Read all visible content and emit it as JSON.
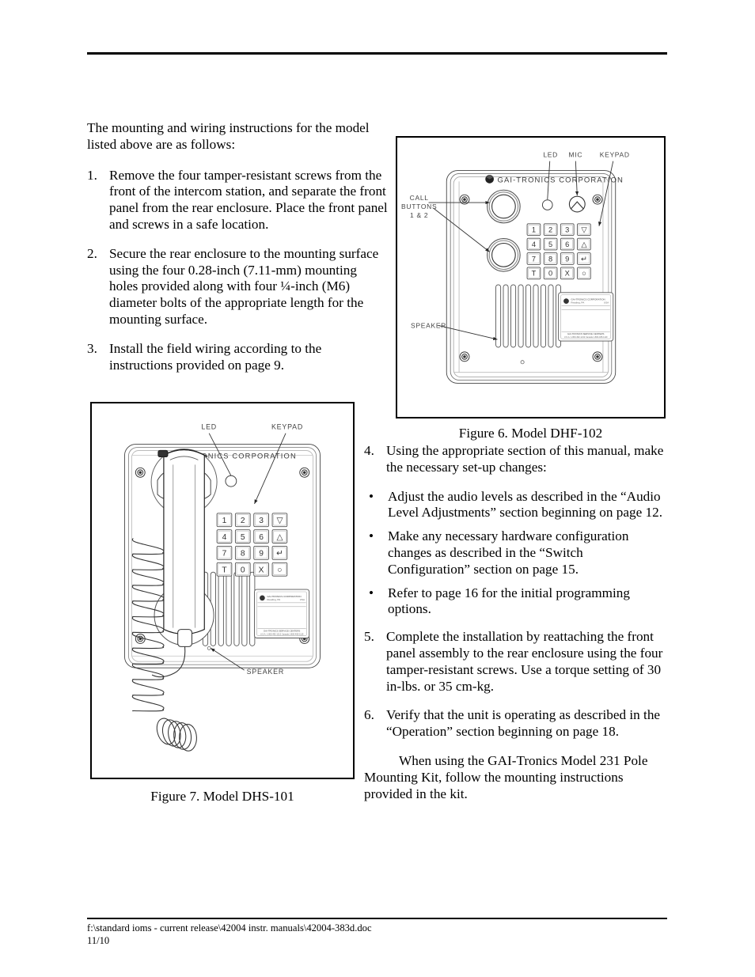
{
  "document": {
    "header_rule": true,
    "footer": {
      "path": "f:\\standard ioms - current release\\42004 instr. manuals\\42004-383d.doc",
      "date": "11/10"
    }
  },
  "left_column": {
    "intro": "The mounting and wiring instructions for the model listed above are as follows:",
    "steps": [
      {
        "number": "1.",
        "text": "Remove the four tamper-resistant screws from the front of the intercom station, and separate the front panel from the rear enclosure.  Place the front panel and screws in a safe location."
      },
      {
        "number": "2.",
        "text": "Secure the rear enclosure to the mounting surface using the four 0.28-inch (7.11-mm) mounting holes provided along with four ¼-inch (M6) diameter bolts of the appropriate length for the mounting surface."
      },
      {
        "number": "3.",
        "text": "Install the field wiring according to the instructions provided on page 9."
      }
    ]
  },
  "right_column": {
    "steps": [
      {
        "number": "4.",
        "text": "Using the appropriate section of this manual, make the necessary set-up changes:",
        "bullets": [
          "Adjust the audio levels as described in the “Audio Level Adjustments” section beginning on page 12.",
          "Make any necessary hardware configuration changes as described in the “Switch Configuration” section on page 15.",
          "Refer to page 16 for the initial programming options."
        ]
      },
      {
        "number": "5.",
        "text": "Complete the installation by reattaching the front panel assembly to the rear enclosure using the four tamper-resistant screws.  Use a torque setting of 30 in-lbs. or 35 cm-kg."
      },
      {
        "number": "6.",
        "text": "Verify that the unit is operating as described in the “Operation” section beginning on page 18."
      }
    ],
    "closing": "When using the GAI-Tronics Model 231 Pole Mounting Kit, follow the mounting instructions provided in the kit.",
    "bullet_glyph": "•"
  },
  "figure6": {
    "caption": "Figure 6.  Model DHF-102",
    "brand": "GAI-TRONICS CORPORATION",
    "callouts": {
      "led": "LED",
      "mic": "MIC",
      "keypad": "KEYPAD",
      "call_buttons_line1": "CALL",
      "call_buttons_line2": "BUTTONS",
      "call_buttons_line3": "1 & 2",
      "speaker": "SPEAKER"
    },
    "keypad_keys": [
      [
        "1",
        "2",
        "3",
        "▽"
      ],
      [
        "4",
        "5",
        "6",
        "△"
      ],
      [
        "7",
        "8",
        "9",
        "↵"
      ],
      [
        "T",
        "0",
        "X",
        "○"
      ]
    ],
    "label_plate": {
      "line1": "GAI-TRONICS CORPORATION",
      "line2": "Reading, PA",
      "line3": "USA",
      "line4": "GAI-TRONICS SERVICE CENTERS",
      "line5": "U.S.A. 1-800-492-1212   Canada 1-800-465-1119"
    }
  },
  "figure7": {
    "caption": "Figure 7.  Model DHS-101",
    "brand": "ONICS CORPORATION",
    "callouts": {
      "led": "LED",
      "keypad": "KEYPAD",
      "speaker": "SPEAKER"
    },
    "keypad_keys": [
      [
        "1",
        "2",
        "3",
        "▽"
      ],
      [
        "4",
        "5",
        "6",
        "△"
      ],
      [
        "7",
        "8",
        "9",
        "↵"
      ],
      [
        "T",
        "0",
        "X",
        "○"
      ]
    ],
    "label_plate": {
      "line1": "GAI-TRONICS CORPORATION",
      "line2": "Reading, PA",
      "line3": "USA",
      "line4": "GAI-TRONICS SERVICE CENTERS",
      "line5": "U.S.A. 1-800-492-1212   Canada 1-800-465-1119"
    }
  }
}
